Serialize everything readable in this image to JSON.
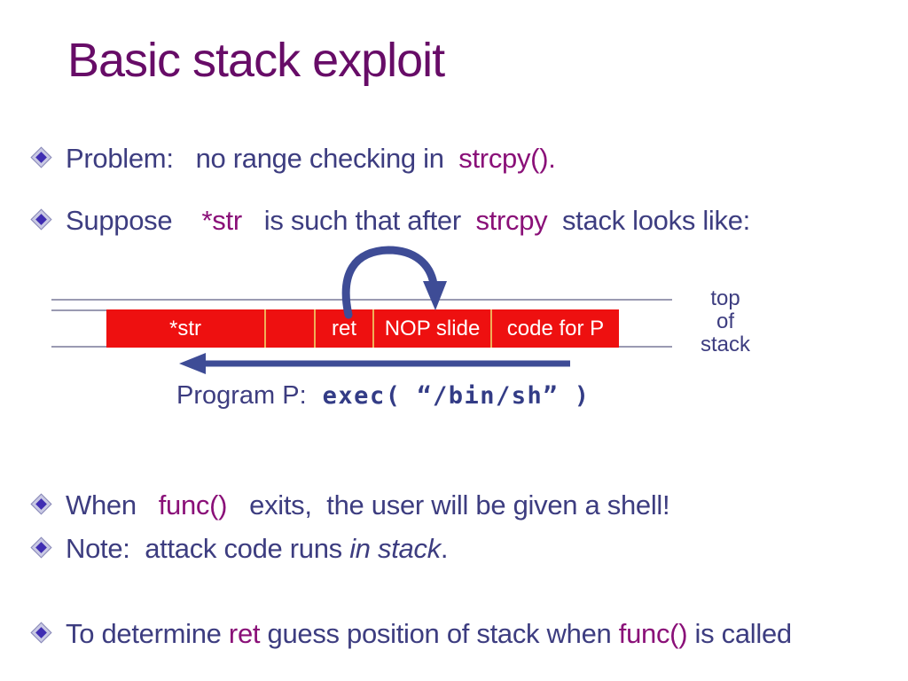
{
  "slide": {
    "title": "Basic stack exploit"
  },
  "bullets": {
    "b1": {
      "s1": "Problem:   no range checking in  ",
      "s2": "strcpy()."
    },
    "b2": {
      "s1": "Suppose    ",
      "s2": "*str",
      "s3": "   is such that after  ",
      "s4": "strcpy",
      "s5": "  stack looks like:"
    },
    "b3": {
      "s1": "When   ",
      "s2": "func()",
      "s3": "   exits,  the user will be given a shell!"
    },
    "b4": {
      "s1": "Note:  attack code runs ",
      "s2": "in stack",
      "s3": "."
    },
    "b5": {
      "s1": "To determine ",
      "s2": "ret",
      "s3": " guess position of stack when ",
      "s4": "func()",
      "s5": " is called"
    }
  },
  "diagram": {
    "cells": {
      "c1": "*str",
      "c2": "",
      "c3": "ret",
      "c4": "NOP slide",
      "c5": "code for P"
    },
    "top_of_stack": {
      "l1": "top",
      "l2": "of",
      "l3": "stack"
    }
  },
  "program": {
    "label": "Program P:",
    "code": "exec( “/bin/sh” )"
  },
  "colors": {
    "title": "#670c67",
    "body_text": "#3d3d80",
    "accent_text": "#8a1078",
    "stack_red": "#ee1010",
    "cell_divider": "#f0ae58",
    "arrow_blue": "#3e4c96",
    "guide_line": "#9a9ab2"
  }
}
